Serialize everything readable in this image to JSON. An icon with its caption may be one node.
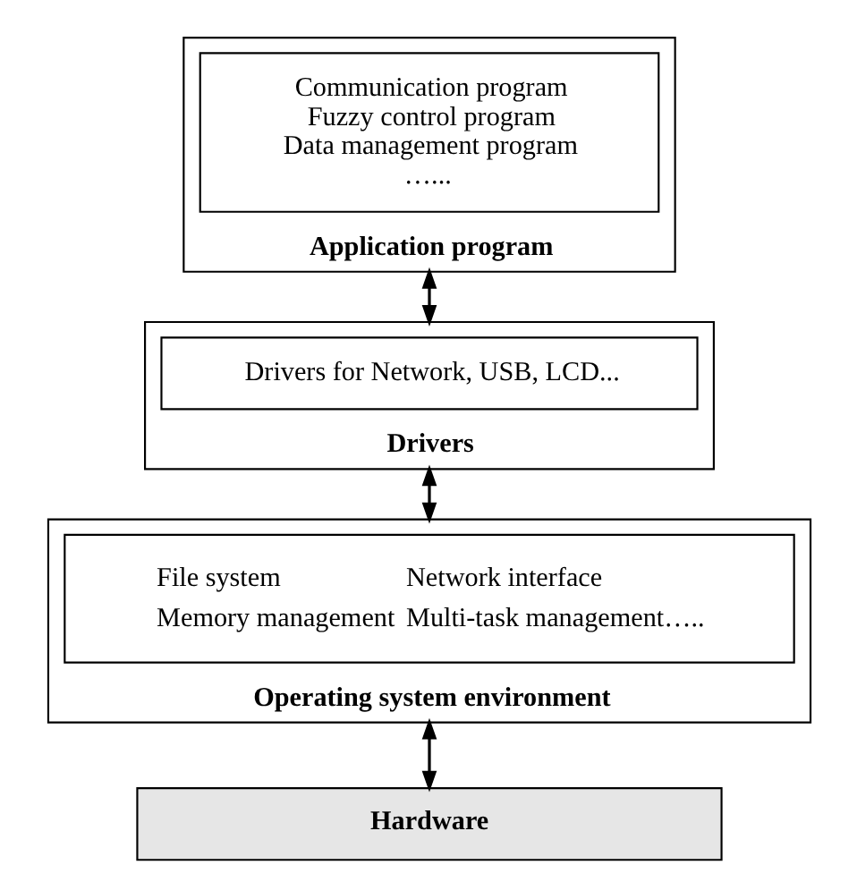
{
  "diagram": {
    "nodes": [
      {
        "text": [
          "Application program"
        ]
      },
      {
        "text": [
          "Communication program",
          "Fuzzy control program",
          "Data management program",
          "…..."
        ],
        "in": 0
      },
      {
        "text": [
          "Drivers"
        ]
      },
      {
        "text": [
          "Drivers for Network, USB, LCD..."
        ],
        "in": 2
      },
      {
        "text": [
          "Operating system environment"
        ]
      },
      {
        "text": [
          "File system",
          "Network interface",
          "Memory management",
          "Multi-task management….."
        ],
        "in": 4
      },
      {
        "text": [
          "Hardware"
        ]
      }
    ],
    "edges": [
      {
        "from": 0,
        "to": 2,
        "arrow": "both"
      },
      {
        "from": 2,
        "to": 4,
        "arrow": "both"
      },
      {
        "from": 4,
        "to": 6,
        "arrow": "both"
      }
    ]
  }
}
